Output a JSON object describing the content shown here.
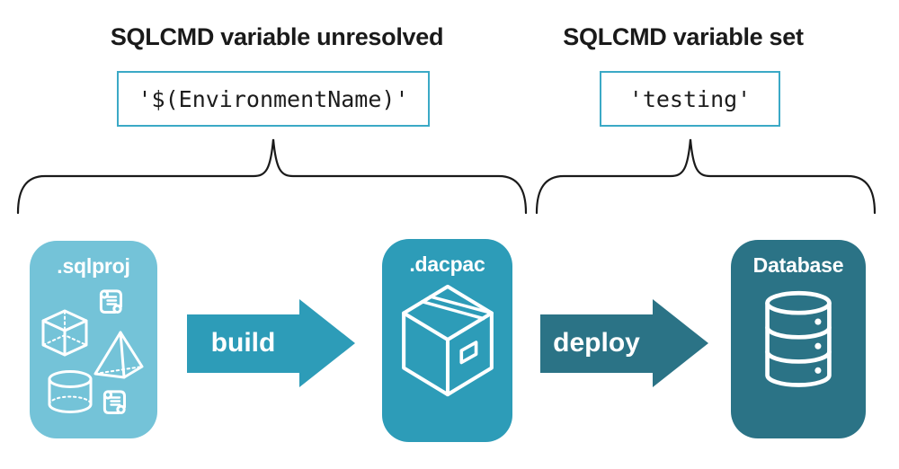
{
  "annotations": {
    "left": {
      "title": "SQLCMD variable unresolved",
      "value": "'$(EnvironmentName)'"
    },
    "right": {
      "title": "SQLCMD variable set",
      "value": "'testing'"
    }
  },
  "pipeline": {
    "stages": [
      {
        "label": ".sqlproj",
        "color": "#74C3D8",
        "icon": "sql-objects-icons"
      },
      {
        "label": ".dacpac",
        "color": "#2D9CB8",
        "icon": "package-box-icon"
      },
      {
        "label": "Database",
        "color": "#2B7386",
        "icon": "database-icon"
      }
    ],
    "arrows": [
      {
        "label": "build",
        "color": "#2D9CB8"
      },
      {
        "label": "deploy",
        "color": "#2B7386"
      }
    ]
  },
  "colors": {
    "background": "#ffffff",
    "value_box_border": "#3BA9C6",
    "heading_text": "#1a1a1a",
    "brace_stroke": "#1a1a1a",
    "icon_stroke": "#ffffff"
  }
}
